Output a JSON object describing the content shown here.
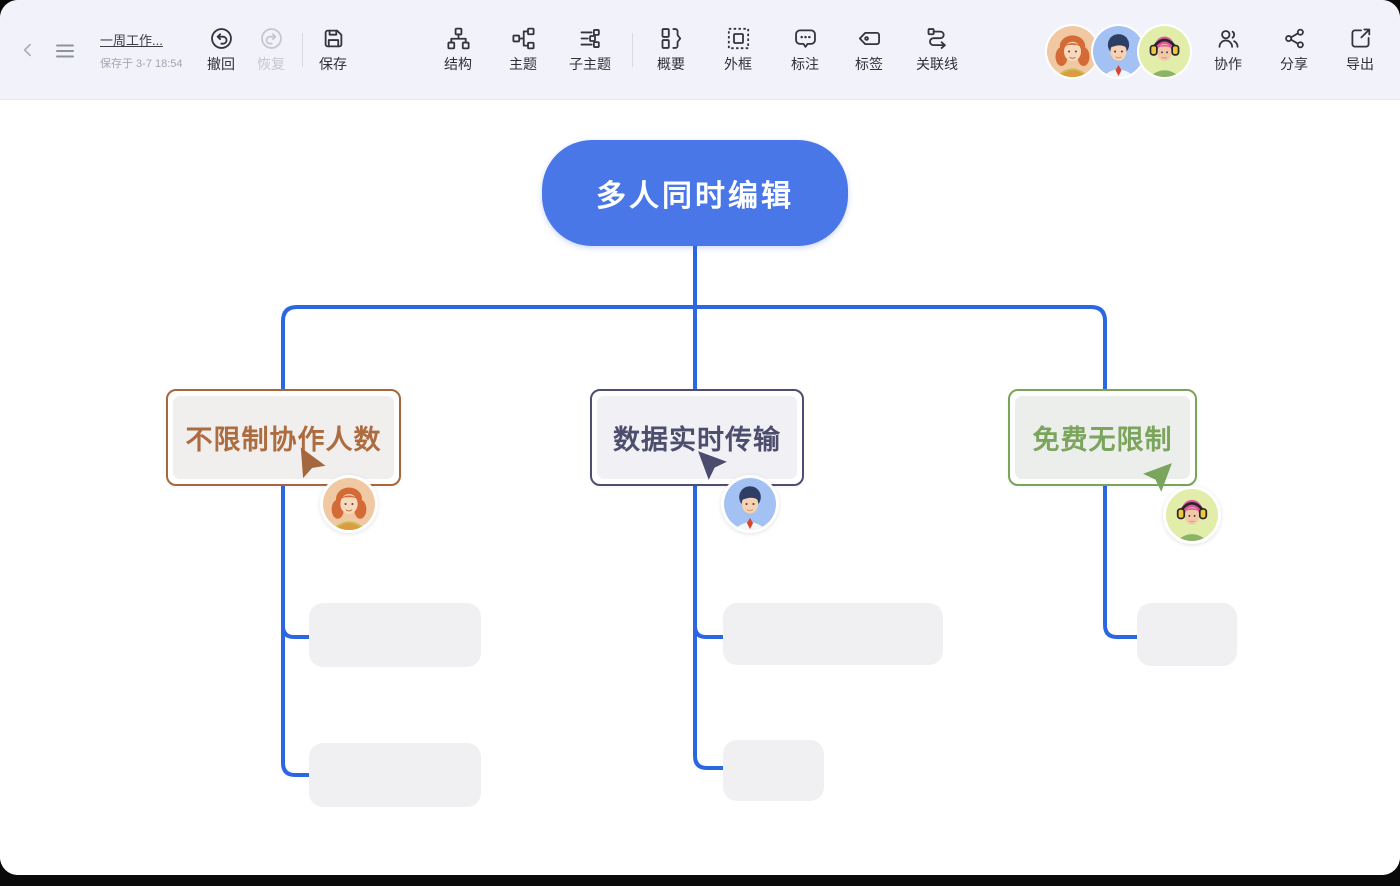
{
  "app": {
    "doc_title": "一周工作...",
    "saved_status": "保存于 3-7 18:54"
  },
  "toolbar": {
    "undo_label": "撤回",
    "redo_label": "恢复",
    "save_label": "保存",
    "tools": [
      {
        "id": "structure",
        "label": "结构"
      },
      {
        "id": "topic",
        "label": "主题"
      },
      {
        "id": "subtopic",
        "label": "子主题"
      },
      {
        "id": "outline",
        "label": "概要"
      },
      {
        "id": "frame",
        "label": "外框"
      },
      {
        "id": "callout",
        "label": "标注"
      },
      {
        "id": "tag",
        "label": "标签"
      },
      {
        "id": "relation",
        "label": "关联线"
      }
    ],
    "collab_label": "协作",
    "share_label": "分享",
    "export_label": "导出",
    "collaborators": [
      {
        "id": "collaborator-1",
        "desc": "orange-haired woman avatar",
        "bg": "#f0c8a2"
      },
      {
        "id": "collaborator-2",
        "desc": "blue-haired man with red tie avatar",
        "bg": "#a3c1f2"
      },
      {
        "id": "collaborator-3",
        "desc": "pink-haired person with headphones avatar",
        "bg": "#e3edaa"
      }
    ]
  },
  "mindmap": {
    "root": {
      "label": "多人同时编辑",
      "bg": "#4a77e8",
      "text_color": "#ffffff"
    },
    "connector_color": "#2c67e2",
    "branches": [
      {
        "label": "不限制协作人数",
        "accent": "#a8673f",
        "placeholder_children": 2,
        "cursor_owner": "collaborator-1"
      },
      {
        "label": "数据实时传输",
        "accent": "#4d4d6e",
        "placeholder_children": 2,
        "cursor_owner": "collaborator-2"
      },
      {
        "label": "免费无限制",
        "accent": "#7ba45c",
        "placeholder_children": 1,
        "cursor_owner": "collaborator-3"
      }
    ]
  }
}
